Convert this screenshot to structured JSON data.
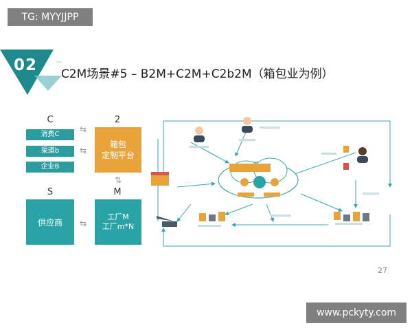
{
  "watermark_top": "TG: MYYJJPP",
  "watermark_bottom": "www.pckyty.com",
  "slide": {
    "number": "02",
    "title": "C2M场景#5 – B2M+C2M+C2b2M（箱包业为例）",
    "page": "27"
  },
  "left_model": {
    "label_c": "C",
    "label_2": "2",
    "label_s": "S",
    "label_m": "M",
    "consumer_items": [
      "消费C",
      "渠道b",
      "企业B"
    ],
    "platform": [
      "箱包",
      "定制平台"
    ],
    "supplier": "供应商",
    "factory": [
      "工厂M",
      "工厂m*N"
    ],
    "arrow_horizontal": "⇆",
    "arrow_vertical": "⇅"
  },
  "colors": {
    "teal": "#2aa3a7",
    "orange": "#e8a43a",
    "dark_teal": "#1e8a8e"
  }
}
